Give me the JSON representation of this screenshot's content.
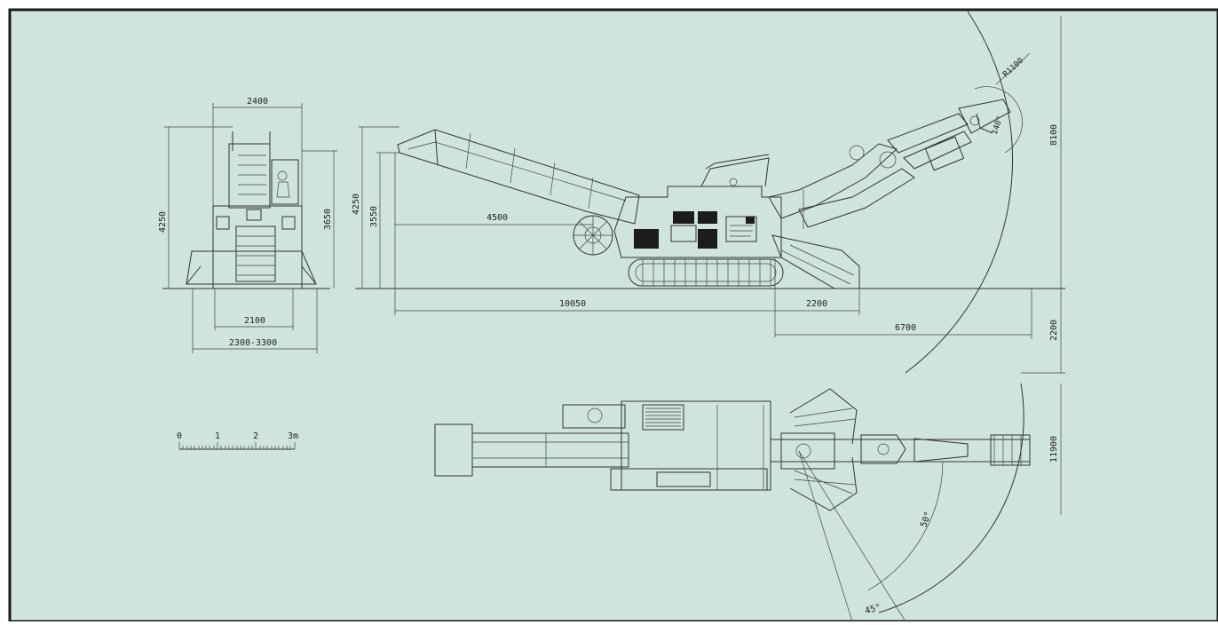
{
  "drawing": {
    "background_color": "#cfe3df",
    "line_color": "#333333",
    "front_view": {
      "dimensions": [
        "2400",
        "4250",
        "3650",
        "2100",
        "2300-3300"
      ]
    },
    "side_view": {
      "dimensions": [
        "4250",
        "3550",
        "4500",
        "10050",
        "2200",
        "6700",
        "8100",
        "2200",
        "R1100",
        "140°"
      ]
    },
    "top_view": {
      "dimensions": [
        "11900",
        "50°",
        "45°"
      ]
    },
    "scale_bar": {
      "labels": [
        "0",
        "1",
        "2",
        "3m"
      ]
    }
  }
}
